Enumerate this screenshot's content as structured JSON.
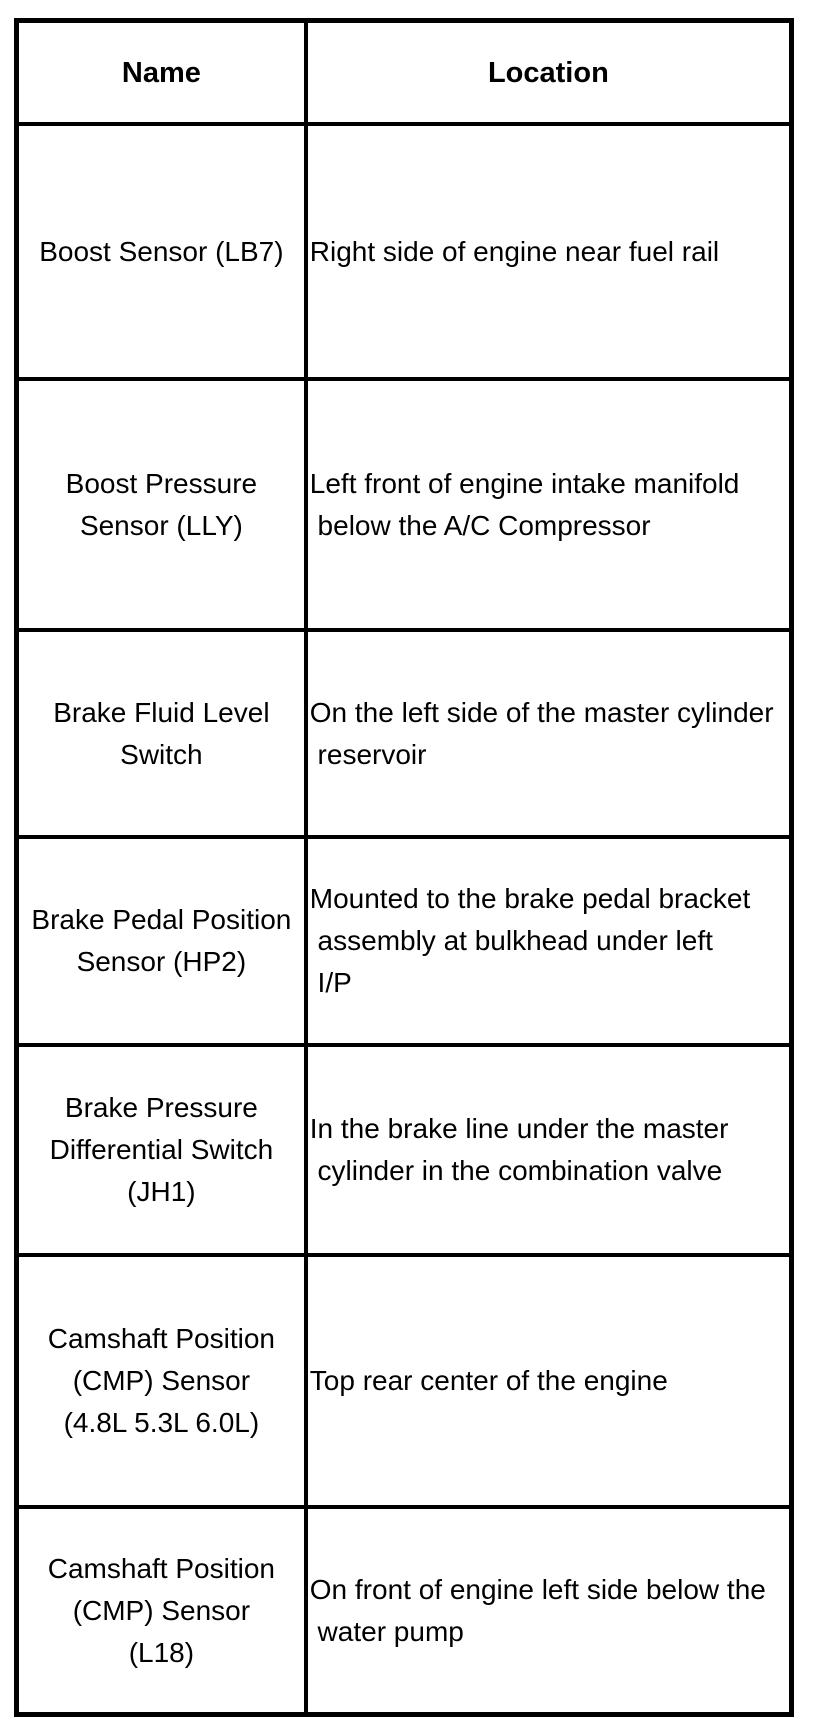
{
  "colors": {
    "background": "#ffffff",
    "border": "#000000",
    "text": "#000000"
  },
  "table": {
    "headers": [
      {
        "label": "Name"
      },
      {
        "label": "Location"
      }
    ],
    "rows": [
      {
        "name": "Boost Sensor (LB7)",
        "location": "Right side of engine near fuel rail"
      },
      {
        "name": "Boost Pressure\nSensor (LLY)",
        "location": "Left front of engine intake manifold\n below the A/C Compressor"
      },
      {
        "name": "Brake Fluid Level\nSwitch",
        "location": "On the left side of the master cylinder\n reservoir"
      },
      {
        "name": "Brake Pedal Position\nSensor (HP2)",
        "location": "Mounted to the brake pedal bracket\n assembly at bulkhead under left\n I/P"
      },
      {
        "name": "Brake Pressure\nDifferential Switch\n(JH1)",
        "location": "In the brake line under the master\n cylinder in the combination valve"
      },
      {
        "name": "Camshaft Position\n(CMP) Sensor\n(4.8L 5.3L 6.0L)",
        "location": "Top rear center of the engine"
      },
      {
        "name": "Camshaft Position\n(CMP) Sensor\n(L18)",
        "location": "On front of engine left side below the\n water pump"
      }
    ]
  }
}
